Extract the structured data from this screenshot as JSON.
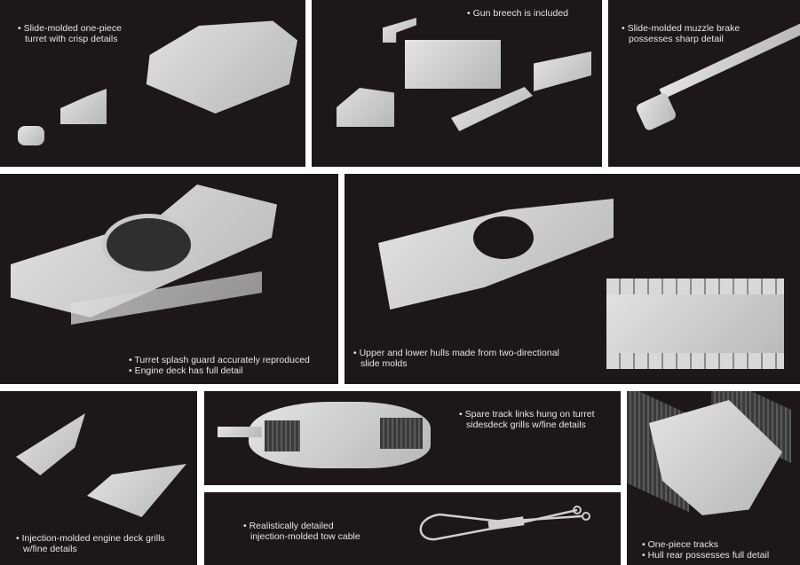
{
  "panels": [
    {
      "id": "turret",
      "captions": [
        "• Slide-molded one-piece",
        "  turret with crisp details"
      ]
    },
    {
      "id": "gun-breech",
      "captions": [
        "• Gun breech is included"
      ]
    },
    {
      "id": "muzzle-brake",
      "captions": [
        "• Slide-molded muzzle brake",
        "  possesses sharp detail"
      ]
    },
    {
      "id": "hull-top",
      "captions": [
        "• Turret splash guard accurately reproduced",
        "• Engine deck has full detail"
      ]
    },
    {
      "id": "hulls",
      "captions": [
        "• Upper and lower hulls made from two-directional",
        "  slide molds"
      ]
    },
    {
      "id": "grills",
      "captions": [
        "• Injection-molded engine deck grills",
        "  w/fine details"
      ]
    },
    {
      "id": "spare-tracks",
      "captions": [
        "• Spare track links hung on turret",
        "  sidesdeck grills w/fine details"
      ]
    },
    {
      "id": "tow-cable",
      "captions": [
        "• Realistically detailed",
        "  injection-molded tow cable"
      ]
    },
    {
      "id": "hull-rear",
      "captions": [
        "• One-piece tracks",
        "• Hull rear possesses full detail"
      ]
    }
  ],
  "colors": {
    "panel_bg": "#1c1718",
    "gutter": "#ffffff",
    "text": "#e8e6e6",
    "plastic": "#cfcfcf"
  }
}
